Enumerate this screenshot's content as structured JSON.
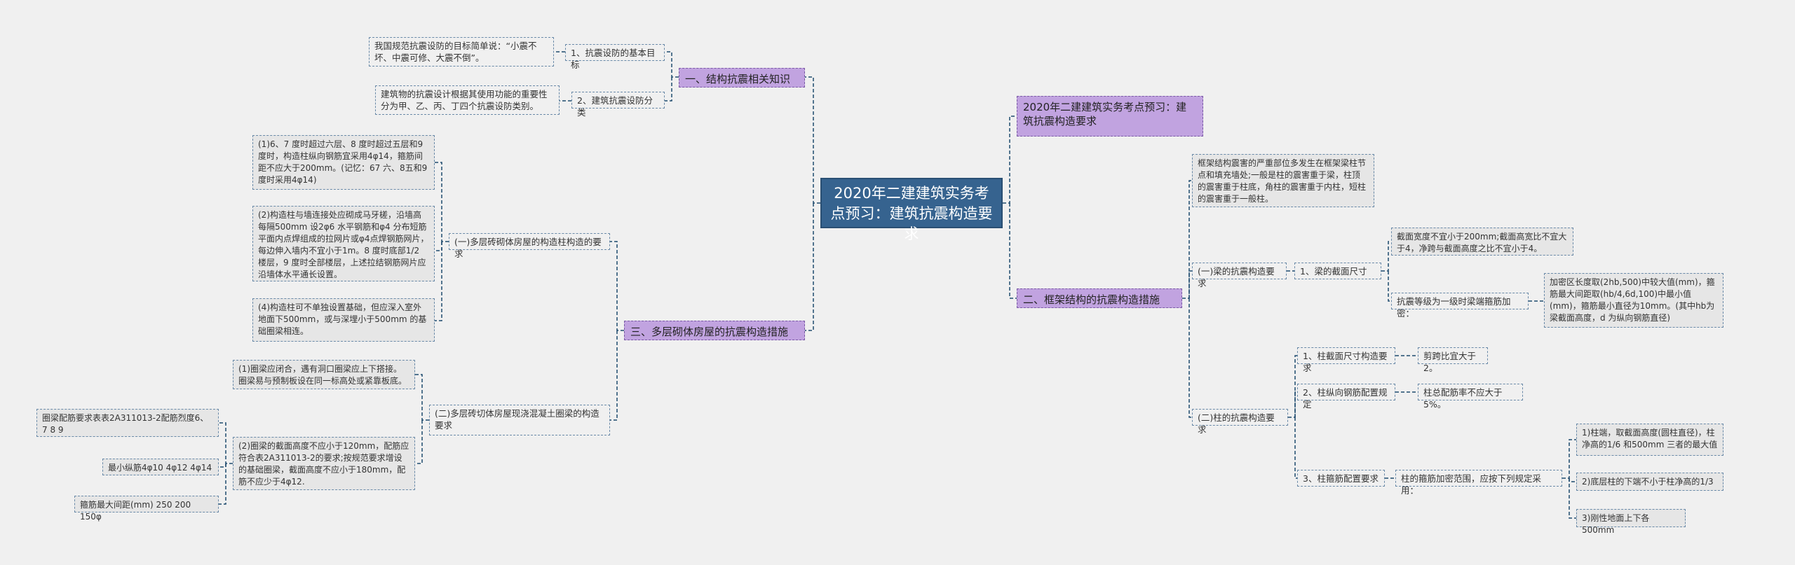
{
  "root": {
    "title": "2020年二建建筑实务考点预习：建筑抗震构造要求"
  },
  "left": {
    "s1": {
      "title": "一、结构抗震相关知识",
      "c1": {
        "label": "1、抗震设防的基本目标",
        "detail": "我国规范抗震设防的目标简单说：“小震不坏、中震可修、大震不倒”。"
      },
      "c2": {
        "label": "2、建筑抗震设防分类",
        "detail": "建筑物的抗震设计根据其使用功能的重要性分为甲、乙、丙、丁四个抗震设防类别。"
      }
    },
    "s3": {
      "title": "三、多层砌体房屋的抗震构造措施",
      "c1": {
        "label": "(一)多层砖砌体房屋的构造柱构造的要求",
        "d1": "(1)6、7 度时超过六层、8 度时超过五层和9 度时，构造柱纵向钢筋宜采用4φ14，箍筋间距不应大于200mm。(记忆：67 六、8五和9度时采用4φ14)",
        "d2": "(2)构造柱与墙连接处应砌成马牙槎，沿墙高每隔500mm 设2φ6 水平钢筋和φ4 分布短筋平面内点焊组成的拉网片或φ4点焊钢筋网片，每边伸入墙内不宜小于1m。8 度时底部1/2 楼层，9 度时全部楼层，上述拉结钢筋网片应沿墙体水平通长设置。",
        "d3": "(4)构造柱可不单独设置基础，但应深入室外地面下500mm，或与深埋小于500mm 的基础圈梁相连。"
      },
      "c2": {
        "label": "(二)多层砖切体房屋现浇混凝土圈梁的构造要求",
        "d1": "(1)圈梁应闭合，遇有洞口圈梁应上下搭接。圈梁易与预制板设在同一标高处或紧靠板底。",
        "d2": "(2)圈梁的截面高度不应小于120mm，配筋应符合表2A311013-2的要求;按规范要求增设的基础圈梁，截面高度不应小于180mm，配筋不应少于4φ12.",
        "t1": "圈梁配筋要求表表2A311013-2配筋烈度6、7 8 9",
        "t2": "最小纵筋4φ10 4φ12 4φ14",
        "t3": "箍筋最大间距(mm) 250 200 150φ"
      }
    }
  },
  "right": {
    "s0": {
      "title": "2020年二建建筑实务考点预习：建筑抗震构造要求"
    },
    "s2": {
      "title": "二、框架结构的抗震构造措施",
      "intro": "框架结构震害的严重部位多发生在框架梁柱节点和填充墙处;一般是柱的震害重于梁，柱顶的震害重于柱底，角柱的震害重于内柱，短柱的震害重于一般柱。",
      "beam": {
        "label": "(一)梁的抗震构造要求",
        "size_label": "1、梁的截面尺寸",
        "size_detail": "截面宽度不宜小于200mm;截面高宽比不宜大于4，净跨与截面高度之比不宜小于4。",
        "grade_label": "抗震等级为一级时梁端箍筋加密：",
        "grade_detail": "加密区长度取(2hb,500)中较大值(mm)，箍筋最大间距取(hb/4,6d,100)中最小值(mm)，箍筋最小直径为10mm。(其中hb为梁截面高度，d 为纵向钢筋直径)"
      },
      "column": {
        "label": "(二)柱的抗震构造要求",
        "size_label": "1、柱截面尺寸构造要求",
        "size_detail": "剪跨比宜大于2。",
        "rebar_label": "2、柱纵向钢筋配置规定",
        "rebar_detail": "柱总配筋率不应大于5%。",
        "stir_label": "3、柱箍筋配置要求",
        "stir_range": "柱的箍筋加密范围，应按下列规定采用：",
        "r1": "1)柱端，取截面高度(圆柱直径)，柱净高的1/6 和500mm 三者的最大值",
        "r2": "2)底层柱的下端不小于柱净高的1/3",
        "r3": "3)刚性地面上下各500mm"
      }
    }
  },
  "colors": {
    "root_fill": "#36638f",
    "section_fill": "#c1a3e0",
    "leaf_fill": "#e6e6e6",
    "line": "#1e4a6e"
  }
}
